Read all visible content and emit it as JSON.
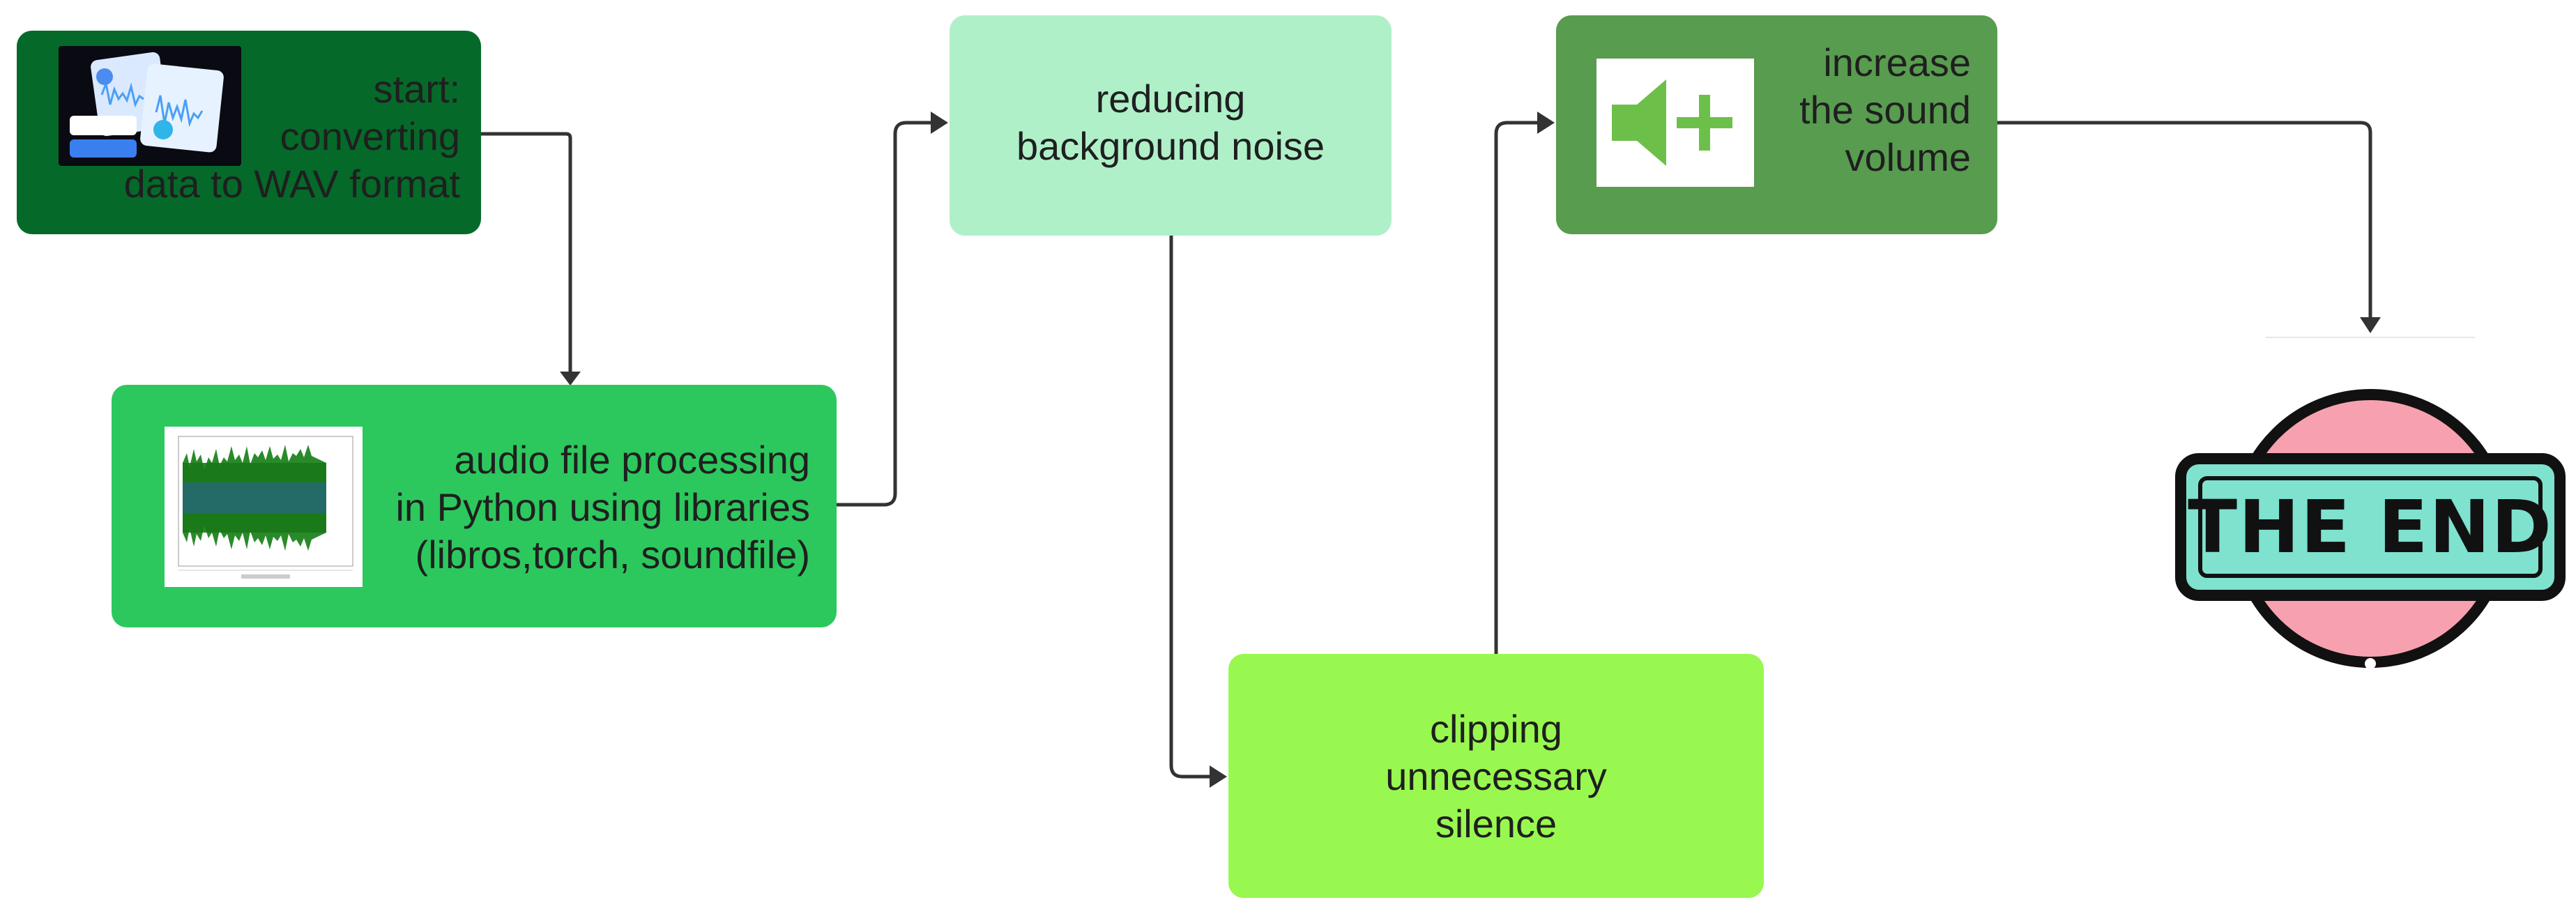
{
  "diagram": {
    "nodes": [
      {
        "id": "start",
        "lines": [
          "start:",
          "converting",
          "data to WAV format"
        ],
        "fill": "#05692a",
        "icon": "audio-files-thumbnail"
      },
      {
        "id": "processing",
        "lines": [
          "audio file processing",
          "in Python using libraries",
          "(libros,torch, soundfile)"
        ],
        "fill": "#2cc85d",
        "icon": "waveform-plot-thumbnail"
      },
      {
        "id": "noise",
        "lines": [
          "reducing",
          "background noise"
        ],
        "fill": "#aff0c9"
      },
      {
        "id": "silence",
        "lines": [
          "clipping",
          "unnecessary",
          "silence"
        ],
        "fill": "#98f84f"
      },
      {
        "id": "volume",
        "lines": [
          "increase",
          "the sound",
          "volume"
        ],
        "fill": "#589c4f",
        "icon": "speaker-plus-icon"
      },
      {
        "id": "end",
        "lines": [
          "THE END"
        ],
        "icon": "the-end-badge"
      }
    ],
    "edges": [
      {
        "from": "start",
        "to": "processing"
      },
      {
        "from": "processing",
        "to": "noise"
      },
      {
        "from": "noise",
        "to": "silence"
      },
      {
        "from": "silence",
        "to": "volume"
      },
      {
        "from": "volume",
        "to": "end"
      }
    ],
    "colors": {
      "arrow": "#333333",
      "text": "#1f1f1f",
      "badge_pink": "#f7a1b0",
      "badge_teal": "#7ee2cf",
      "speaker_green": "#6cc04a"
    }
  }
}
